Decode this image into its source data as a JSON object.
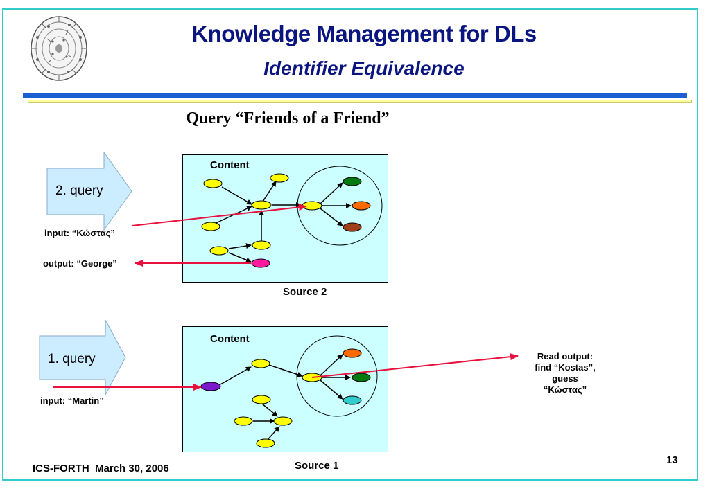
{
  "header": {
    "title": "Knowledge Management for DLs",
    "subtitle": "Identifier Equivalence"
  },
  "slide": {
    "heading": "Query “Friends of a Friend”"
  },
  "source2": {
    "content_label": "Content",
    "source_label": "Source 2",
    "query_label": "2. query",
    "input_label": "input: “Κώστας”",
    "output_label": "output: “George”"
  },
  "source1": {
    "content_label": "Content",
    "source_label": "Source 1",
    "query_label": "1. query",
    "input_label": "input: “Martin”"
  },
  "read_output": {
    "line1": "Read output:",
    "line2": "find “Kostas”,",
    "line3": "guess",
    "line4": "“Κώστας”"
  },
  "footer": {
    "text": "ICS-FORTH  March 30, 2006",
    "page_number": "13"
  },
  "colors": {
    "title": "#0a1580",
    "frame": "#33cccc",
    "box_fill": "#ccffff",
    "arrow_fill": "#ccecff",
    "red_link": "#e8103c",
    "node_yellow": "#ffff00",
    "node_green": "#007a10",
    "node_orange": "#ff6a00",
    "node_brown": "#a0401a",
    "node_magenta": "#ff1aa0",
    "node_purple": "#7a1acc",
    "node_teal": "#33cccc"
  }
}
